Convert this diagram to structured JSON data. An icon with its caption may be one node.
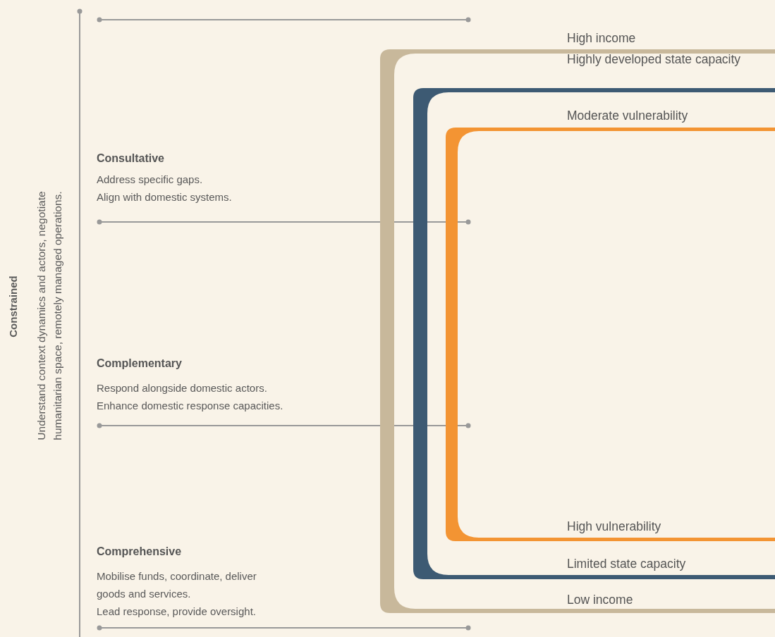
{
  "diagram": {
    "nodes": [
      {
        "text": [
          "High income",
          "Low income"
        ]
      },
      {
        "text": [
          "Highly developed state capacity",
          "Limited state capacity"
        ],
        "in": 0
      },
      {
        "text": [
          "Moderate vulnerability",
          "High vulnerability"
        ],
        "in": 1
      }
    ],
    "labels": [
      "Constrained",
      "Understand context dynamics and actors, negotiate humanitarian space, remotely managed operations.",
      "Consultative",
      "Address specific gaps.",
      "Align with domestic systems.",
      "Complementary",
      "Respond alongside domestic actors.",
      "Enhance domestic response capacities.",
      "Comprehensive",
      "Mobilise funds, coordinate, deliver goods and services.",
      "Lead response, provide oversight."
    ]
  }
}
